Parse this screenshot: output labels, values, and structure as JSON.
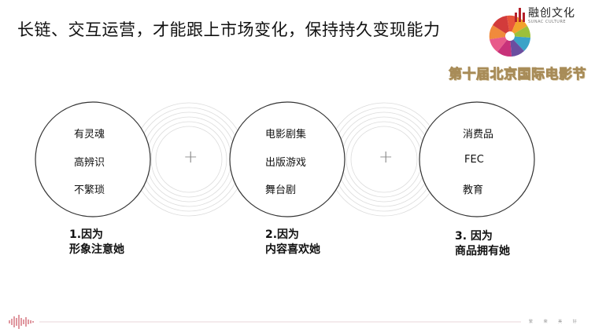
{
  "slide": {
    "title": "长链、交互运营，才能跟上市场变化，保持持久变现能力",
    "brand": {
      "name": "融创文化",
      "subtitle": "SUNAC CULTURE",
      "festival": "第十届北京国际电影节"
    },
    "groups": [
      {
        "items": [
          "有灵魂",
          "高辨识",
          "不繁琐"
        ],
        "caption": [
          "1.因为",
          "形象注意她"
        ]
      },
      {
        "items": [
          "电影剧集",
          "出版游戏",
          "舞台剧"
        ],
        "caption": [
          "2.因为",
          "内容喜欢她"
        ]
      },
      {
        "items": [
          "消费品",
          "FEC",
          "教育"
        ],
        "caption": [
          "3. 因为",
          "商品拥有她"
        ]
      }
    ],
    "plus_symbol": "+",
    "footer_text": "繁 荣 美 好"
  }
}
